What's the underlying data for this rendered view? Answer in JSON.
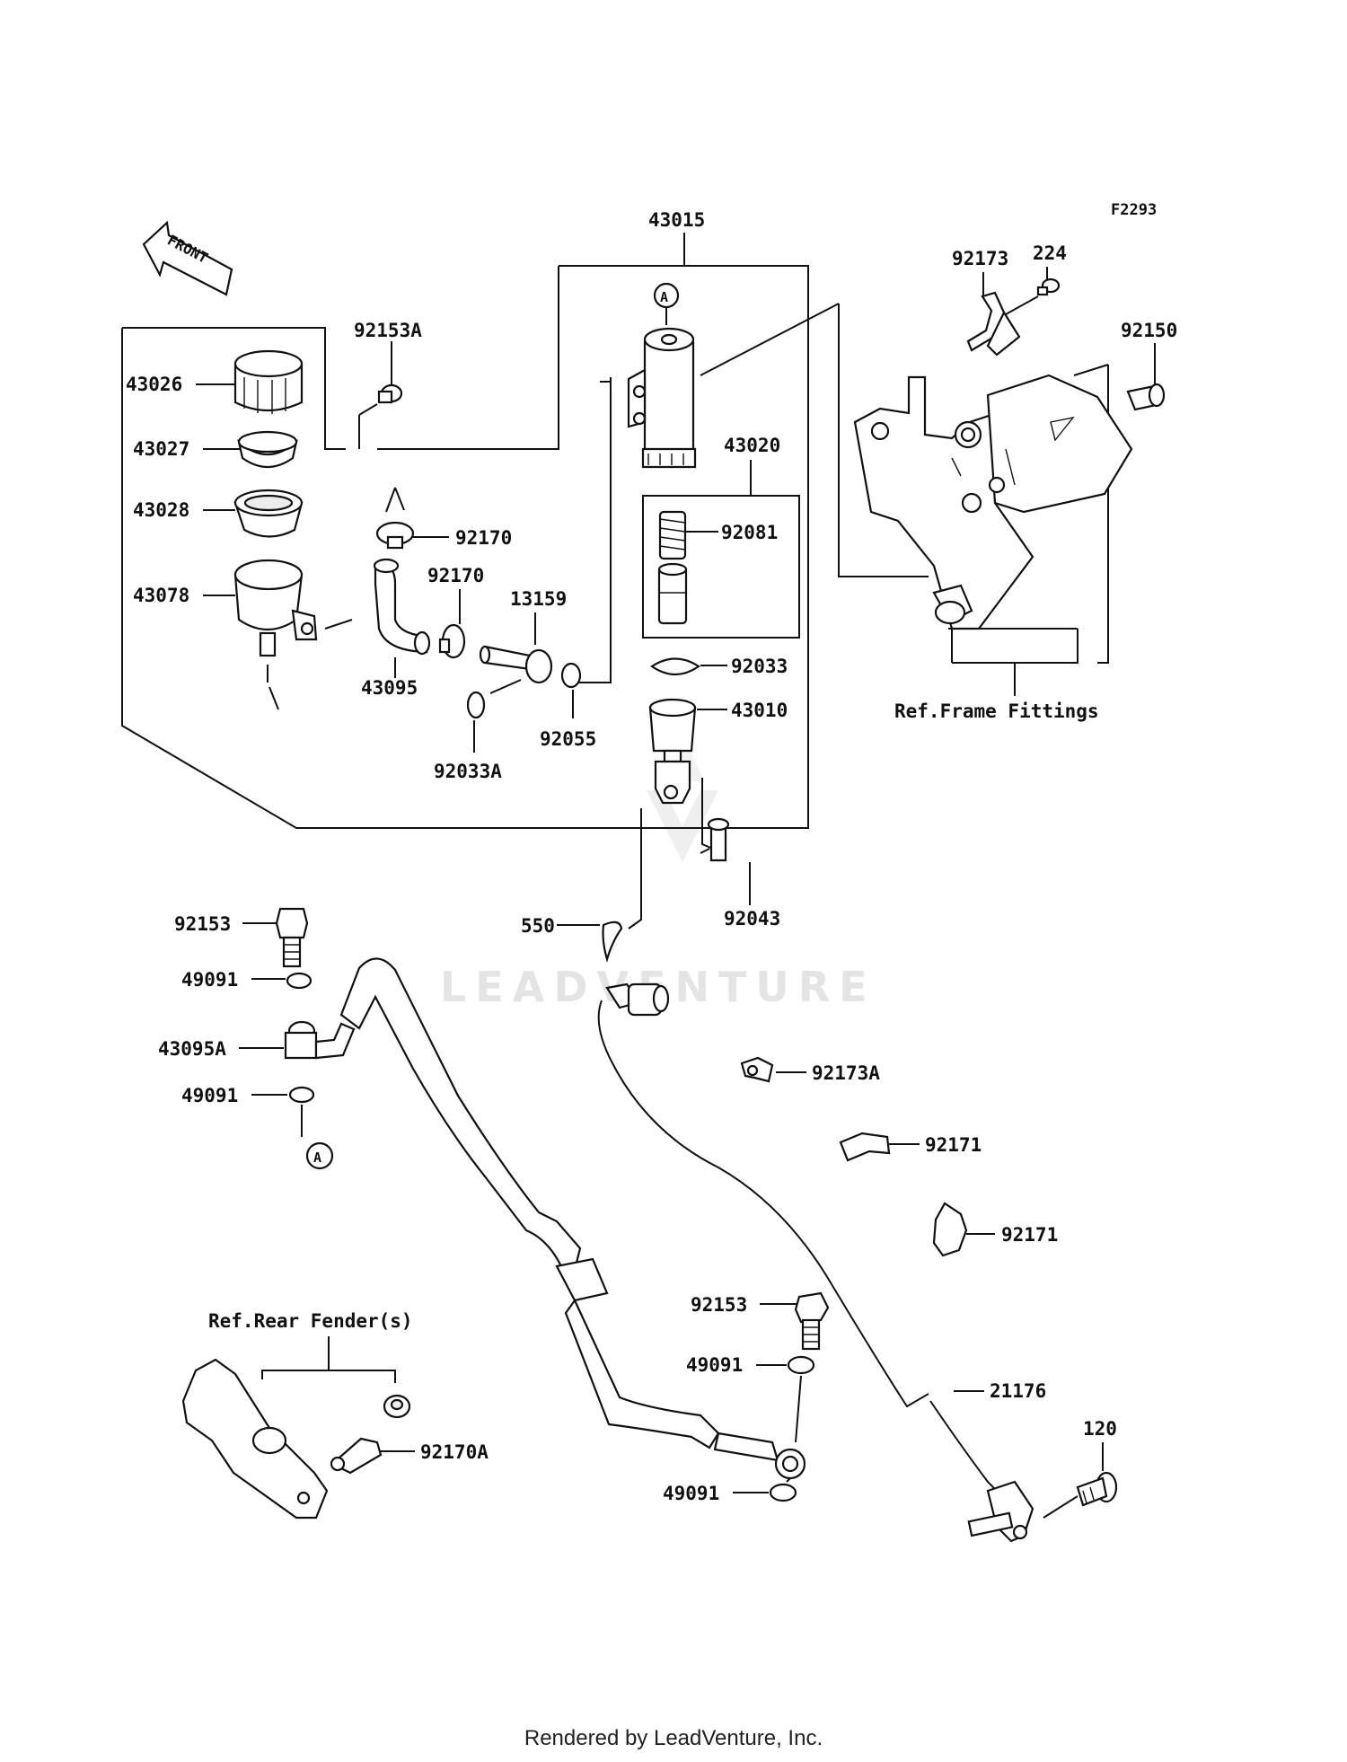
{
  "diagram_code": "F2293",
  "front_label": "FRONT",
  "ref_a": "A",
  "labels": {
    "p43015": "43015",
    "p92153A": "92153A",
    "p43026": "43026",
    "p43027": "43027",
    "p43028": "43028",
    "p43078": "43078",
    "p92170_top": "92170",
    "p92170_mid": "92170",
    "p13159": "13159",
    "p43095": "43095",
    "p92033A": "92033A",
    "p92055": "92055",
    "p43020": "43020",
    "p92081": "92081",
    "p92033": "92033",
    "p43010": "43010",
    "p92043": "92043",
    "p550": "550",
    "p92173": "92173",
    "p224": "224",
    "p92150": "92150",
    "ref_frame": "Ref.Frame Fittings",
    "p92153_left": "92153",
    "p49091_l1": "49091",
    "p43095A": "43095A",
    "p49091_l2": "49091",
    "p92173A": "92173A",
    "p92171_a": "92171",
    "p92171_b": "92171",
    "ref_fender": "Ref.Rear Fender(s)",
    "p92170A": "92170A",
    "p92153_right": "92153",
    "p49091_r1": "49091",
    "p49091_r2": "49091",
    "p21176": "21176",
    "p120": "120"
  },
  "watermark": "LEADVENTURE",
  "footer": "Rendered by LeadVenture, Inc."
}
